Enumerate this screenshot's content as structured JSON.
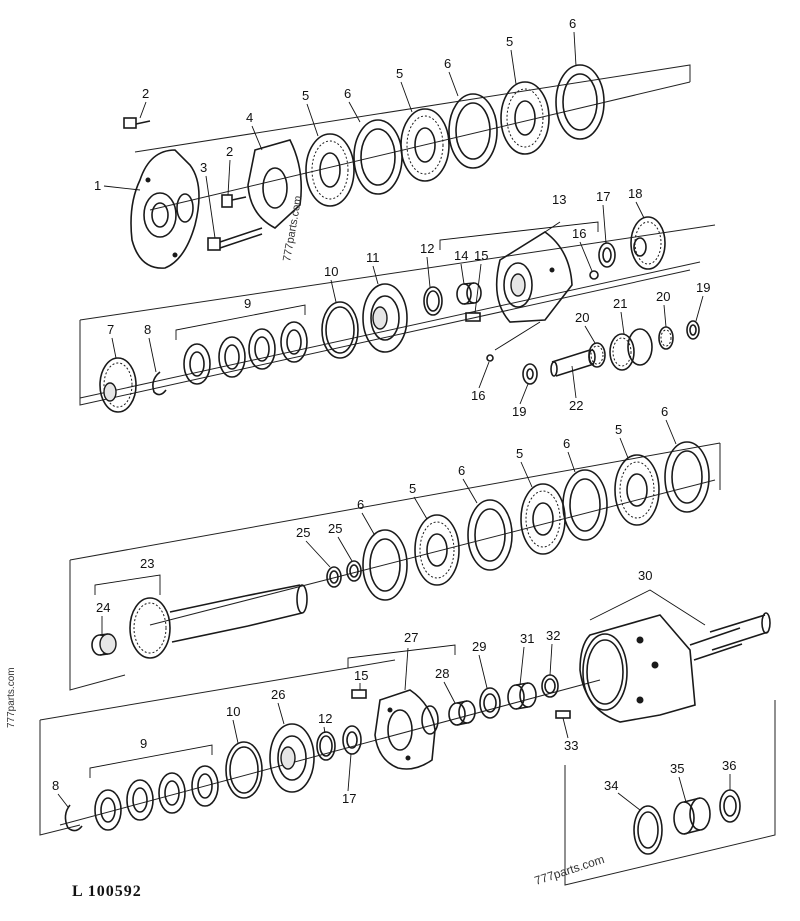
{
  "figure_number": "L 100592",
  "watermarks": [
    "777parts.com",
    "777parts.com",
    "777parts.com"
  ],
  "callouts": {
    "c1": "1",
    "c2a": "2",
    "c2b": "2",
    "c3": "3",
    "c4": "4",
    "c5a": "5",
    "c5b": "5",
    "c5c": "5",
    "c6a": "6",
    "c6b": "6",
    "c6c": "6",
    "c7": "7",
    "c8a": "8",
    "c9a": "9",
    "c10a": "10",
    "c11": "11",
    "c12a": "12",
    "c13": "13",
    "c14": "14",
    "c15a": "15",
    "c16a": "16",
    "c16b": "16",
    "c17a": "17",
    "c18": "18",
    "c19a": "19",
    "c19b": "19",
    "c20a": "20",
    "c20b": "20",
    "c21": "21",
    "c22": "22",
    "c23": "23",
    "c24": "24",
    "c25a": "25",
    "c25b": "25",
    "c6d": "6",
    "c5d": "5",
    "c6e": "6",
    "c5e": "5",
    "c6f": "6",
    "c5f": "5",
    "c6g": "6",
    "c30": "30",
    "c8b": "8",
    "c9b": "9",
    "c10b": "10",
    "c26": "26",
    "c12b": "12",
    "c17b": "17",
    "c15b": "15",
    "c27": "27",
    "c28": "28",
    "c29": "29",
    "c31": "31",
    "c32": "32",
    "c33": "33",
    "c34": "34",
    "c35": "35",
    "c36": "36"
  }
}
